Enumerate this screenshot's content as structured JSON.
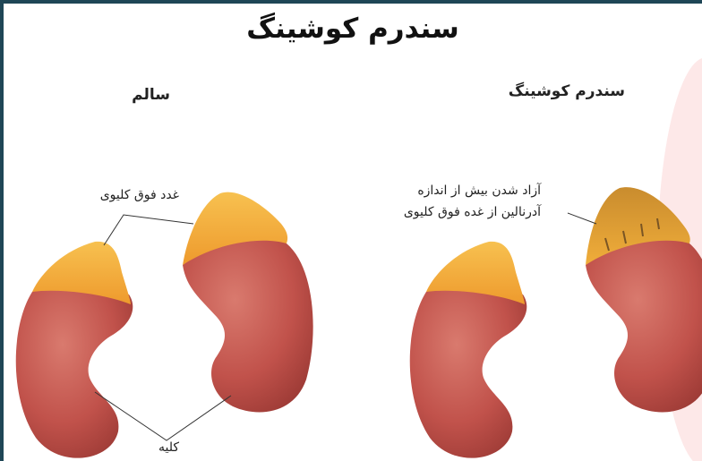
{
  "title": "سندرم کوشینگ",
  "panels": {
    "healthy": {
      "heading": "سالم",
      "adrenal_label": "غدد فوق کلیوی",
      "kidney_label": "کلیه"
    },
    "cushing": {
      "heading": "سندرم کوشینگ",
      "annotation_line1": "آزاد شدن بیش از اندازه",
      "annotation_line2": "آدرنالین از غده فوق کلیوی"
    }
  },
  "colors": {
    "kidney": "#c1524b",
    "adrenal": "#f3a93a",
    "adrenal_diseased": "#dba13a",
    "frame": "#1f4656",
    "background_accent": "#fde8e8"
  }
}
